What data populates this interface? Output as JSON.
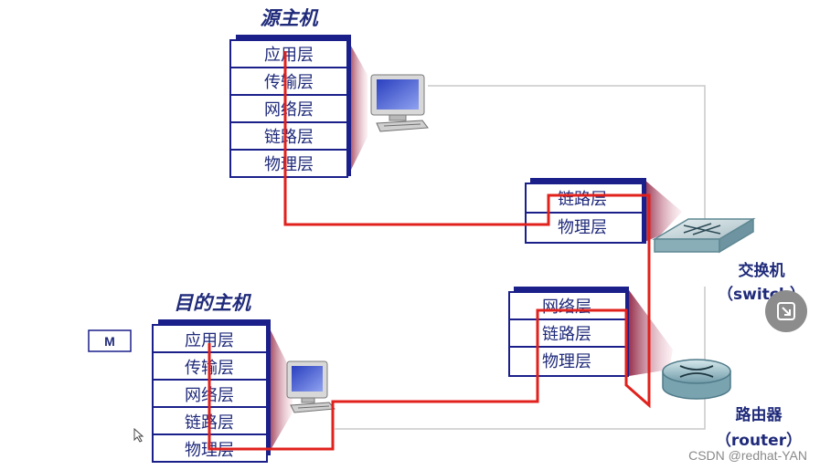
{
  "source_host": {
    "title": "源主机",
    "layers": [
      "应用层",
      "传输层",
      "网络层",
      "链路层",
      "物理层"
    ]
  },
  "dest_host": {
    "title": "目的主机",
    "layers": [
      "应用层",
      "传输层",
      "网络层",
      "链路层",
      "物理层"
    ]
  },
  "switch": {
    "layers": [
      "链路层",
      "物理层"
    ],
    "label": "交换机",
    "label_en": "（switch）",
    "icon": "switch-icon"
  },
  "router": {
    "layers": [
      "网络层",
      "链路层",
      "物理层"
    ],
    "label": "路由器",
    "label_en": "（router）",
    "icon": "router-icon"
  },
  "message_box": "M",
  "watermark": "CSDN @redhat-YAN",
  "colors": {
    "path": "#e0211c",
    "stack_border": "#1a1f8a",
    "text": "#1f2a7a"
  },
  "icons": [
    "computer-icon",
    "cursor-icon",
    "expand-icon"
  ]
}
